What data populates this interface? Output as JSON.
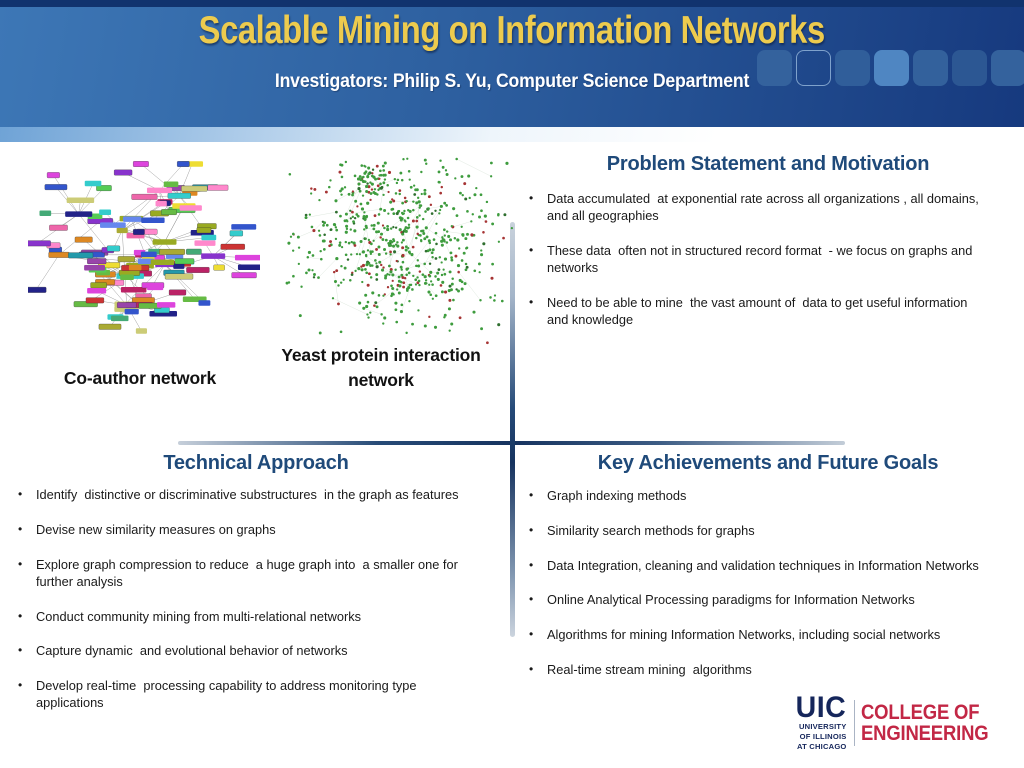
{
  "bullet_char": "•",
  "slide": {
    "title": "Scalable Mining on Information Networks",
    "subtitle": "Investigators: Philip S. Yu, Computer Science Department"
  },
  "header": {
    "squares": [
      {
        "fill": "#34629d",
        "outlined": false
      },
      {
        "fill": "transparent",
        "outlined": true
      },
      {
        "fill": "#305e9a",
        "outlined": false
      },
      {
        "fill": "#4f86c2",
        "outlined": false
      },
      {
        "fill": "#33619c",
        "outlined": false
      },
      {
        "fill": "#2c5793",
        "outlined": false
      },
      {
        "fill": "#34629d",
        "outlined": false
      }
    ]
  },
  "figures": {
    "coauthor": {
      "label": "Co-author network",
      "seed": 11,
      "hub_count": 13,
      "edge_color": "#8a8a8a",
      "palette": [
        "#66bb44",
        "#dd44dd",
        "#eedd33",
        "#3355cc",
        "#cc3333",
        "#8833cc",
        "#33cccc",
        "#ff88cc",
        "#99aa22",
        "#2299aa",
        "#dd8822",
        "#222288",
        "#bb2266",
        "#44aa77",
        "#cccc77",
        "#6688ee",
        "#aaaa33",
        "#ee66aa",
        "#55cc55",
        "#9944aa"
      ]
    },
    "yeast": {
      "label": "Yeast protein interaction network",
      "seed": 5,
      "dot_count": 540,
      "sparse_count": 70,
      "edge_count": 340,
      "dot_color": "#3e9c3e",
      "alt_color": "#a63434",
      "dark_color": "#2f6f2f",
      "edge_color": "#9dbb9d"
    }
  },
  "sections": {
    "problem": {
      "title": "Problem Statement and Motivation",
      "bullets": [
        "Data accumulated  at exponential rate across all organizations , all domains, and all geographies",
        "These data  often not in structured record format  - we focus on graphs and networks",
        "Need to be able to mine  the vast amount of  data to get useful information and knowledge"
      ]
    },
    "technical": {
      "title": "Technical Approach",
      "bullets": [
        "Identify  distinctive or discriminative substructures  in the graph as features",
        "Devise new similarity measures on graphs",
        "Explore graph compression to reduce  a huge graph into  a smaller one for further analysis",
        "Conduct community mining from multi-relational networks",
        "Capture dynamic  and evolutional behavior of networks",
        "Develop real-time  processing capability to address monitoring type applications"
      ]
    },
    "achievements": {
      "title": "Key Achievements and Future Goals",
      "bullets": [
        "Graph indexing methods",
        "Similarity search methods for graphs",
        "Data Integration, cleaning and validation techniques in Information Networks",
        "Online Analytical Processing paradigms for Information Networks",
        "Algorithms for mining Information Networks, including social networks",
        "Real-time stream mining  algorithms"
      ]
    }
  },
  "logo": {
    "mark": "UIC",
    "university_line1": "UNIVERSITY OF ILLINOIS",
    "university_line2": "AT CHICAGO",
    "college_line1": "COLLEGE OF",
    "college_line2": "ENGINEERING"
  },
  "colors": {
    "header_left": "#3d77b6",
    "header_right": "#16397e",
    "header_strip": "#11336e",
    "title_yellow": "#edcb4e",
    "heading_blue": "#1f4a7a",
    "logo_navy": "#15265b",
    "logo_red": "#c22745"
  }
}
